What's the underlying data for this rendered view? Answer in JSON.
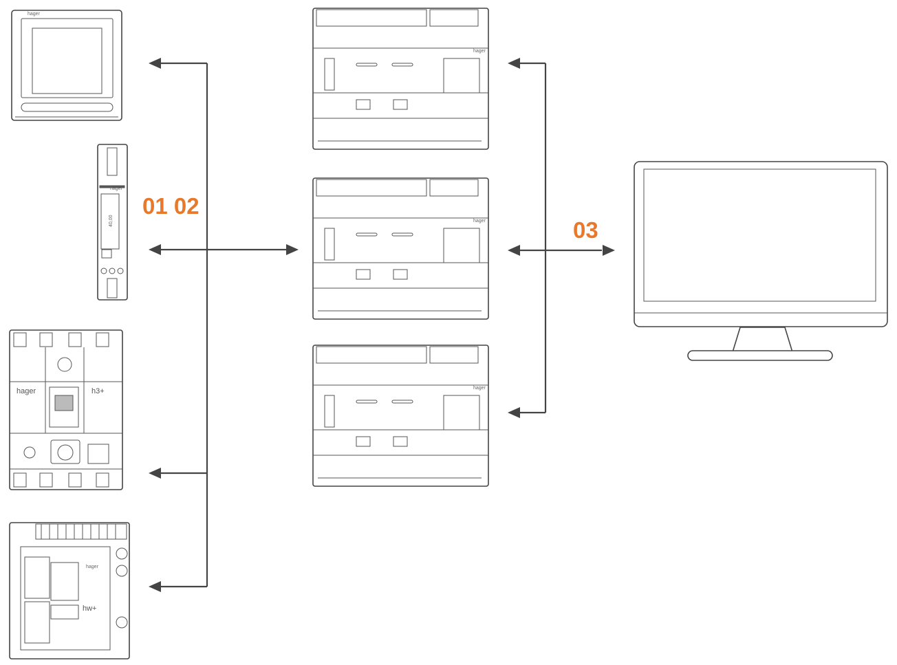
{
  "labels": {
    "step_01_02": "01 02",
    "step_03": "03"
  },
  "brand": {
    "name": "hager",
    "h3_series": "h3+",
    "hw_series": "hw+",
    "meter_reading": "40,00"
  },
  "colors": {
    "accent": "#e8792b",
    "line": "#444444"
  }
}
